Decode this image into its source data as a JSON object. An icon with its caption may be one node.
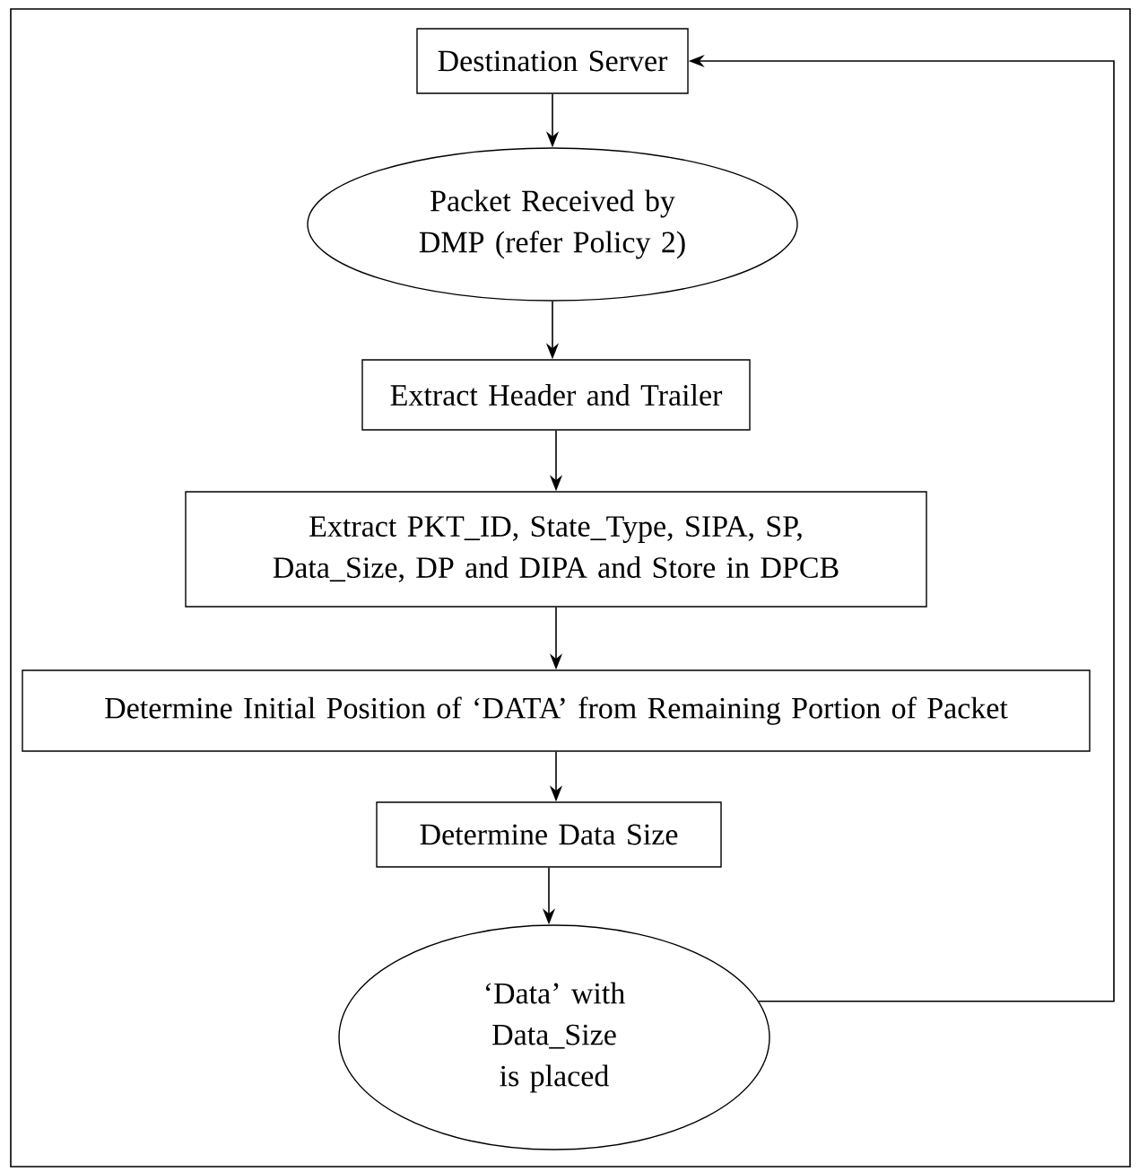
{
  "diagram": {
    "nodes": [
      {
        "text": [
          "Destination Server"
        ]
      },
      {
        "text": [
          "Packet Received by DMP (refer Policy 2)"
        ]
      },
      {
        "text": [
          "Extract Header and Trailer"
        ]
      },
      {
        "text": [
          "Extract PKT_ID, State_Type, SIPA, SP, Data_Size, DP and DIPA and Store in DPCB"
        ]
      },
      {
        "text": [
          "Determine Initial Position of ‘DATA’ from Remaining Portion of Packet"
        ]
      },
      {
        "text": [
          "Determine Data  Size"
        ]
      },
      {
        "text": [
          "‘Data’ with Data_Size is placed"
        ]
      }
    ],
    "edges": [
      {
        "from": 0,
        "to": 1,
        "arrow": "to"
      },
      {
        "from": 1,
        "to": 2,
        "arrow": "to"
      },
      {
        "from": 2,
        "to": 3,
        "arrow": "to"
      },
      {
        "from": 3,
        "to": 4,
        "arrow": "to"
      },
      {
        "from": 4,
        "to": 5,
        "arrow": "to"
      },
      {
        "from": 5,
        "to": 6,
        "arrow": "to"
      },
      {
        "from": 6,
        "to": 0,
        "arrow": "to"
      }
    ]
  }
}
